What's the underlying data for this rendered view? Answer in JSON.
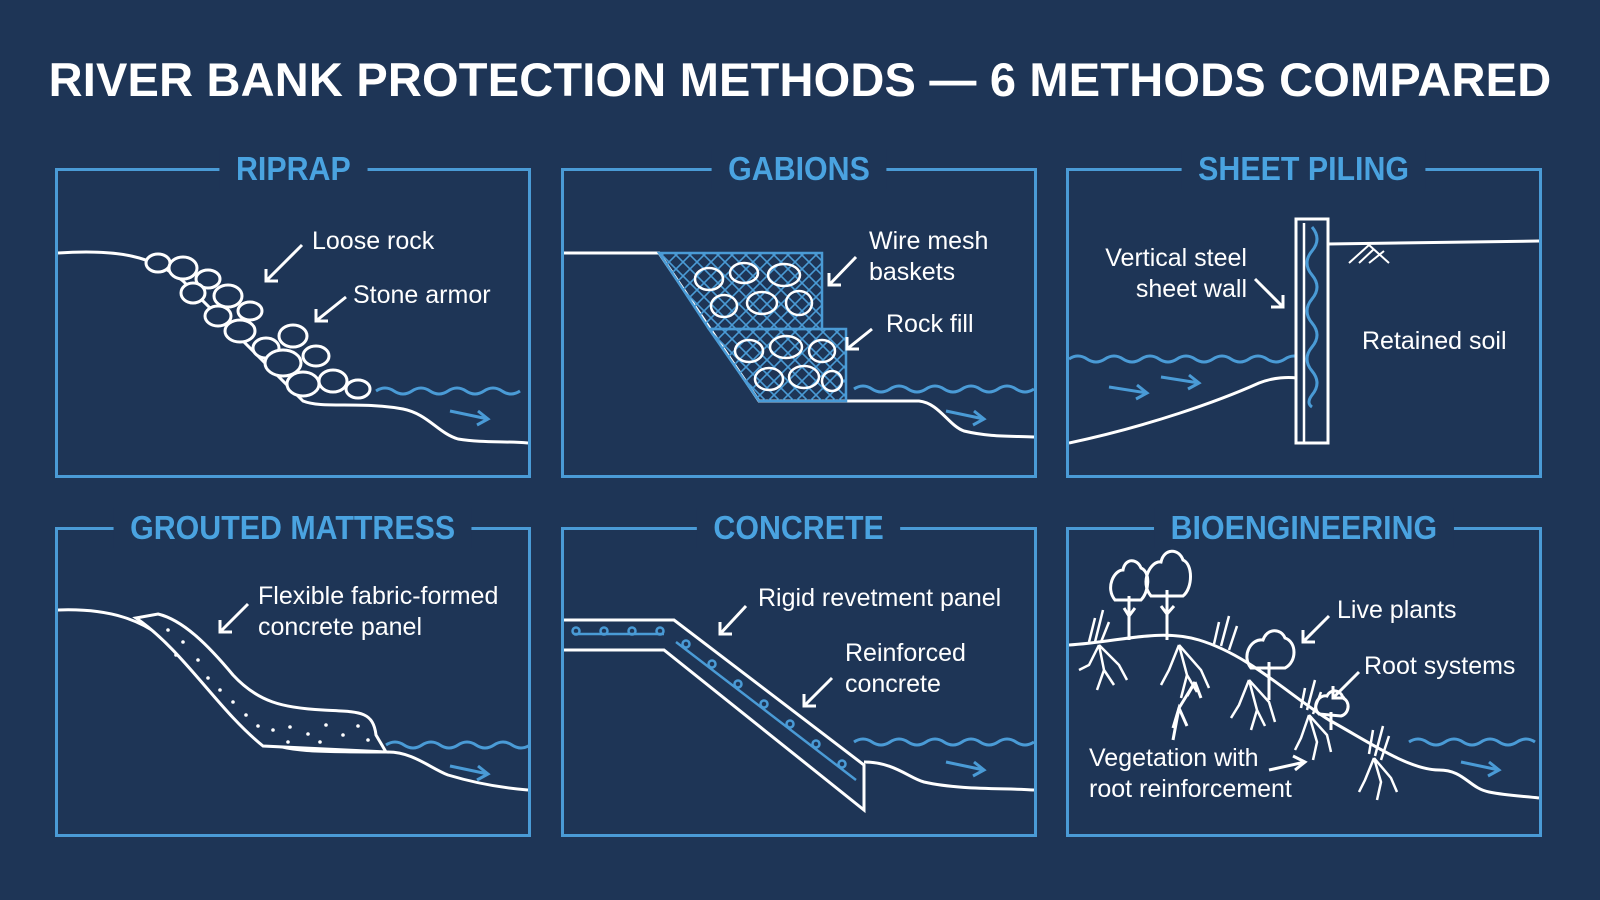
{
  "title": "RIVER BANK PROTECTION METHODS — 6 METHODS COMPARED",
  "panels": [
    {
      "title": "RIPRAP",
      "labels": [
        "Loose rock",
        "Stone armor"
      ]
    },
    {
      "title": "GABIONS",
      "labels": [
        "Wire mesh\nbaskets",
        "Rock fill"
      ]
    },
    {
      "title": "SHEET PILING",
      "labels": [
        "Vertical steel\nsheet wall",
        "Retained soil"
      ]
    },
    {
      "title": "GROUTED MATTRESS",
      "labels": [
        "Flexible fabric-formed\nconcrete panel"
      ]
    },
    {
      "title": "CONCRETE",
      "labels": [
        "Rigid revetment panel",
        "Reinforced\nconcrete"
      ]
    },
    {
      "title": "BIOENGINEERING",
      "labels": [
        "Live plants",
        "Root systems",
        "Vegetation with\nroot reinforcement"
      ]
    }
  ],
  "colors": {
    "background": "#1e3556",
    "accent": "#4a9bd6",
    "line": "#ffffff"
  }
}
